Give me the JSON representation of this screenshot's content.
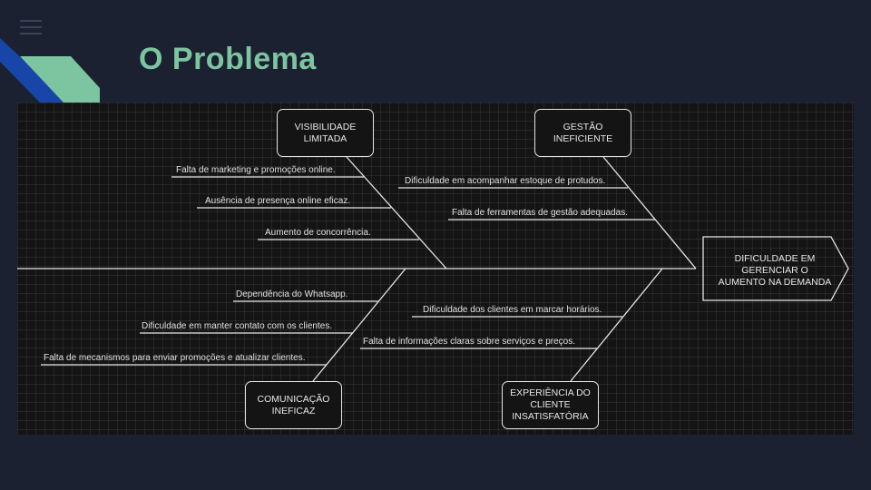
{
  "slide": {
    "title": "O Problema"
  },
  "icons": {
    "menu": "menu-icon",
    "decoration": "diagonal-stripes"
  },
  "colors": {
    "title": "#7cc5a0",
    "background": "#1b2130",
    "stripe_blue": "#1846a8",
    "stripe_green": "#7cc5a0",
    "lines": "#e6e6e6"
  },
  "diagram": {
    "effect": "DIFICULDADE EM\nGERENCIAR O\nAUMENTO NA DEMANDA",
    "categories": {
      "visibilidade": {
        "label": "VISIBILIDADE\nLIMITADA",
        "causes": [
          "Falta de marketing e promoções online.",
          "Ausência de presença online eficaz.",
          "Aumento de concorrência."
        ]
      },
      "gestao": {
        "label": "GESTÃO\nINEFICIENTE",
        "causes": [
          "Dificuldade em acompanhar estoque de protudos.",
          "Falta de ferramentas de gestão adequadas."
        ]
      },
      "comunicacao": {
        "label": "COMUNICAÇÃO\nINEFICAZ",
        "causes": [
          "Dependência do Whatsapp.",
          "Dificuldade em manter contato com os clientes.",
          "Falta de mecanismos para enviar promoções e atualizar clientes."
        ]
      },
      "experiencia": {
        "label": "EXPERIÊNCIA DO\nCLIENTE\nINSATISFATÓRIA",
        "causes": [
          "Dificuldade dos clientes em marcar horários.",
          "Falta de informações claras sobre serviços e preços."
        ]
      }
    }
  }
}
